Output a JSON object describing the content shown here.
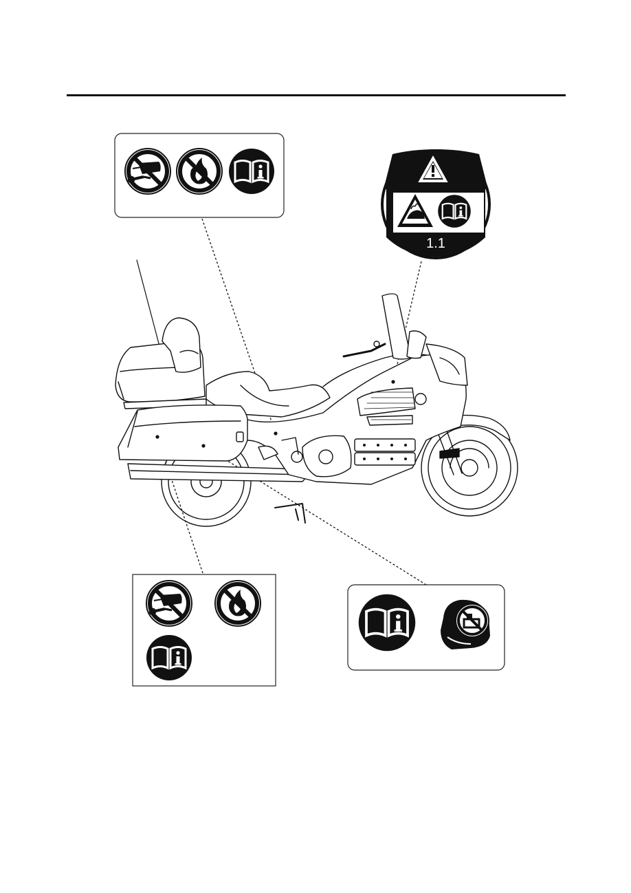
{
  "page": {
    "background": "#ffffff"
  },
  "colors": {
    "ink": "#111111",
    "paper": "#ffffff"
  },
  "labels": [
    {
      "id": "label-seat-area",
      "icons": [
        "no-modification-icon",
        "no-fire-icon",
        "owners-manual-icon"
      ]
    },
    {
      "id": "label-fairing",
      "icons": [
        "warning-triangle-icon",
        "hand-burn-hazard-icon",
        "owners-manual-icon"
      ],
      "badge_text": "1.1"
    },
    {
      "id": "label-saddlebag-left",
      "icons": [
        "no-modification-icon",
        "no-fire-icon",
        "owners-manual-icon"
      ]
    },
    {
      "id": "label-saddlebag-right",
      "icons": [
        "owners-manual-icon",
        "no-overload-trunk-icon"
      ]
    }
  ]
}
